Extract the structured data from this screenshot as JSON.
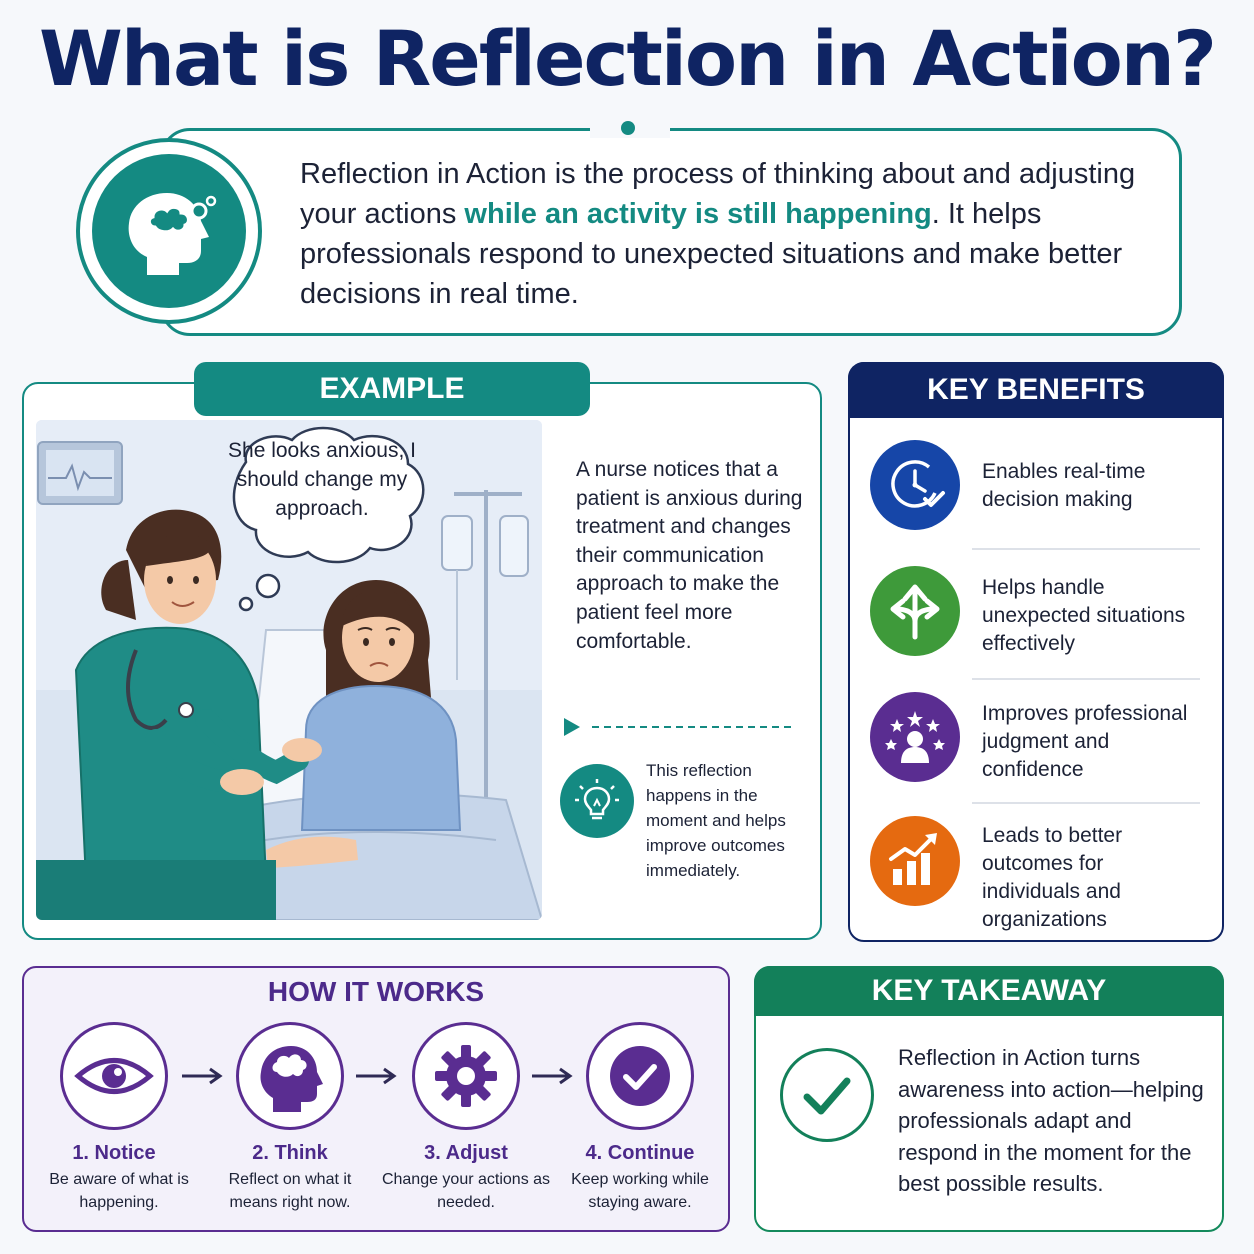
{
  "title": "What is Reflection in Action?",
  "intro": {
    "text_before": "Reflection in Action is the process of thinking about and adjusting your actions ",
    "highlight": "while an activity is still happening",
    "text_after": ". It helps professionals respond to unexpected situations and make better decisions in real time.",
    "icon": "head-thought-icon"
  },
  "example": {
    "header": "EXAMPLE",
    "thought_bubble": "She looks anxious, I should change my approach.",
    "description": "A nurse notices that a patient is anxious during treatment and changes their communication approach to make the patient feel more comfortable.",
    "note": "This reflection happens in the moment and helps improve outcomes immediately.",
    "note_icon": "lightbulb-icon"
  },
  "benefits": {
    "header": "KEY BENEFITS",
    "items": [
      {
        "label": "Enables real-time decision making",
        "icon": "clock-check-icon",
        "color": "#1646a8"
      },
      {
        "label": "Helps handle unexpected situations effectively",
        "icon": "split-arrows-icon",
        "color": "#3e9a3a"
      },
      {
        "label": "Improves professional judgment and confidence",
        "icon": "person-stars-icon",
        "color": "#5a2d91"
      },
      {
        "label": "Leads to better outcomes for individuals and organizations",
        "icon": "growth-chart-icon",
        "color": "#e56a10"
      }
    ]
  },
  "how_it_works": {
    "title": "HOW IT WORKS",
    "steps": [
      {
        "label": "1. Notice",
        "desc": "Be aware of what is happening.",
        "icon": "eye-icon"
      },
      {
        "label": "2. Think",
        "desc": "Reflect on what it means right now.",
        "icon": "head-brain-icon"
      },
      {
        "label": "3. Adjust",
        "desc": "Change your actions as needed.",
        "icon": "gear-icon"
      },
      {
        "label": "4. Continue",
        "desc": "Keep working while staying aware.",
        "icon": "check-circle-icon"
      }
    ]
  },
  "takeaway": {
    "header": "KEY TAKEAWAY",
    "text": "Reflection in Action turns awareness into action—helping professionals adapt and respond in the moment for the best possible results.",
    "icon": "checkmark-icon"
  },
  "colors": {
    "navy": "#0f2463",
    "teal": "#148a82",
    "purple": "#5a2d91",
    "green": "#13805a"
  }
}
